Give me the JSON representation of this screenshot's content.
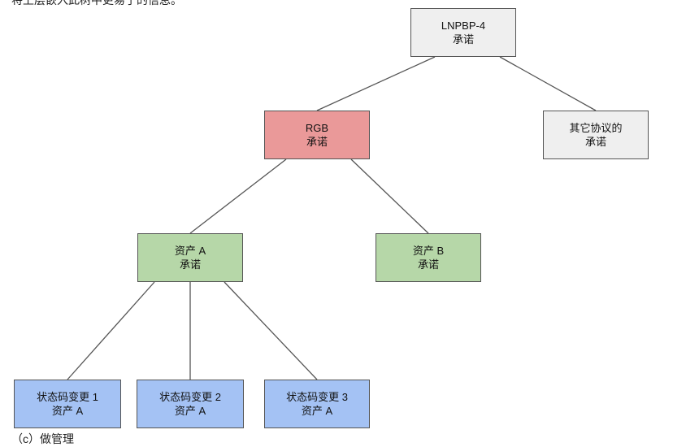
{
  "captions": {
    "top": "将上层嵌入此树中更易于的信息。",
    "bottom": "（c）做管理"
  },
  "nodes": {
    "lnpbp4": {
      "line1": "LNPBP-4",
      "line2": "承诺",
      "color": "#efefef"
    },
    "rgb": {
      "line1": "RGB",
      "line2": "承诺",
      "color": "#ea9999"
    },
    "other": {
      "line1": "其它协议的",
      "line2": "承诺",
      "color": "#efefef"
    },
    "asset_a": {
      "line1": "资产 A",
      "line2": "承诺",
      "color": "#b6d7a8"
    },
    "asset_b": {
      "line1": "资产 B",
      "line2": "承诺",
      "color": "#b6d7a8"
    },
    "state_1": {
      "line1": "状态码变更 1",
      "line2": "资产 A",
      "color": "#a4c2f4"
    },
    "state_2": {
      "line1": "状态码变更 2",
      "line2": "资产 A",
      "color": "#a4c2f4"
    },
    "state_3": {
      "line1": "状态码变更 3",
      "line2": "资产 A",
      "color": "#a4c2f4"
    }
  },
  "edges": [
    [
      "lnpbp4",
      "rgb"
    ],
    [
      "lnpbp4",
      "other"
    ],
    [
      "rgb",
      "asset_a"
    ],
    [
      "rgb",
      "asset_b"
    ],
    [
      "asset_a",
      "state_1"
    ],
    [
      "asset_a",
      "state_2"
    ],
    [
      "asset_a",
      "state_3"
    ]
  ]
}
